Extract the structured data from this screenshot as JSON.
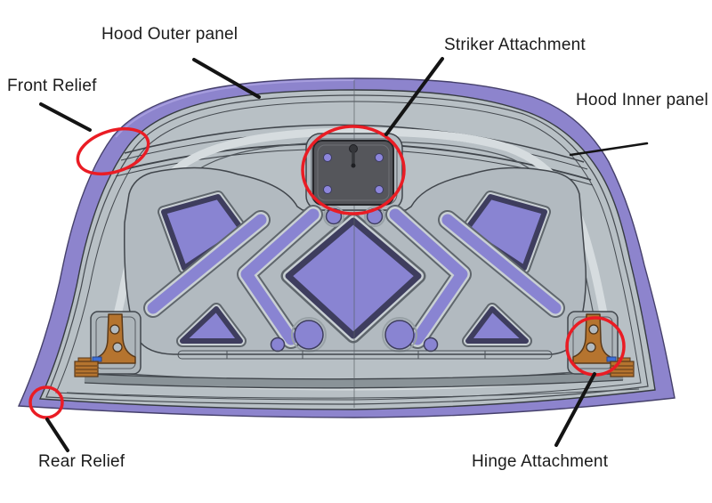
{
  "labels": {
    "hood_outer_panel": "Hood Outer panel",
    "front_relief": "Front Relief",
    "striker_attachment": "Striker Attachment",
    "hood_inner_panel": "Hood Inner panel",
    "rear_relief": "Rear Relief",
    "hinge_attachment": "Hinge Attachment"
  },
  "callouts": [
    {
      "label": "Hood Outer panel",
      "marker": "leader-line"
    },
    {
      "label": "Front Relief",
      "marker": "red-ellipse + leader-line"
    },
    {
      "label": "Striker Attachment",
      "marker": "red-ellipse + leader-line"
    },
    {
      "label": "Hood Inner panel",
      "marker": "leader-line"
    },
    {
      "label": "Rear Relief",
      "marker": "red-circle + leader-line"
    },
    {
      "label": "Hinge Attachment",
      "marker": "red-circle + leader-line"
    }
  ],
  "colors": {
    "outer_panel_purple": "#8d84cd",
    "cutout_purple": "#8984d2",
    "inner_panel_gray": "#b8c0c5",
    "recessed_field_gray": "#b2bac0",
    "highlight_band_gray": "#d6dcdf",
    "striker_plate_dark": "#55565b",
    "hinge_orange": "#b5742f",
    "bolt_purple": "#8d86dc",
    "bolt_blue": "#3d6fd6",
    "annotation_red": "#ea1c24",
    "leader_black": "#141414"
  }
}
